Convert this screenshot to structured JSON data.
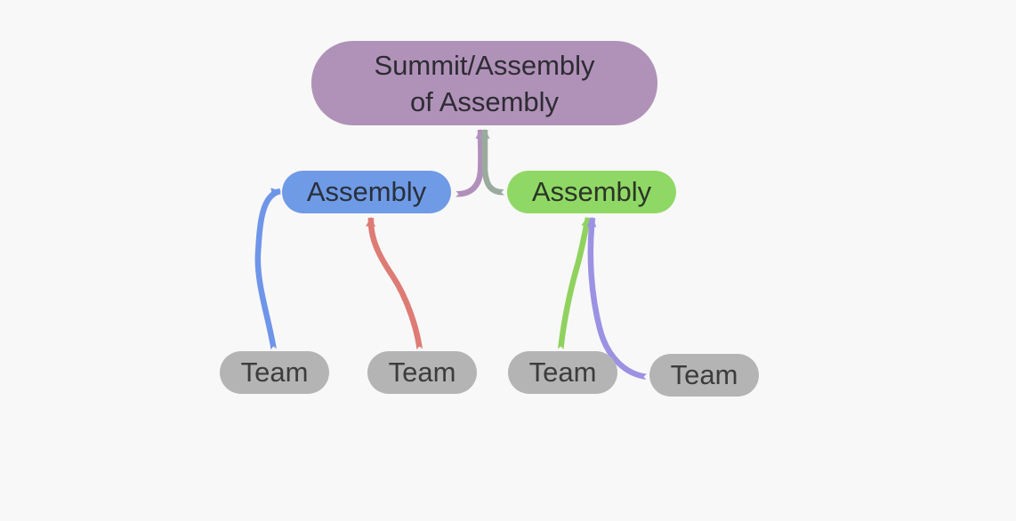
{
  "app": {
    "background": "#f8f8f8"
  },
  "diagram": {
    "nodes": [
      {
        "id": "summit",
        "label": "Summit/Assembly of Assembly",
        "line1": "Summit/Assembly",
        "line2": "of Assembly",
        "fill": "#b092b8",
        "text_color": "#2e2b34"
      },
      {
        "id": "assembly-left",
        "label": "Assembly",
        "fill": "#6f9ae6",
        "text_color": "#29303b"
      },
      {
        "id": "assembly-right",
        "label": "Assembly",
        "fill": "#90d866",
        "text_color": "#2b3526"
      },
      {
        "id": "team-1",
        "label": "Team",
        "fill": "#b5b4b4",
        "text_color": "#3c3c3c"
      },
      {
        "id": "team-2",
        "label": "Team",
        "fill": "#b5b4b4",
        "text_color": "#3c3c3c"
      },
      {
        "id": "team-3",
        "label": "Team",
        "fill": "#b5b4b4",
        "text_color": "#3c3c3c"
      },
      {
        "id": "team-4",
        "label": "Team",
        "fill": "#b5b4b4",
        "text_color": "#3c3c3c"
      }
    ],
    "connectors": [
      {
        "from": "summit",
        "to": "assembly-left",
        "color": "#b18fbb",
        "style": "arrow-at-parent-notch-at-child"
      },
      {
        "from": "summit",
        "to": "assembly-right",
        "color": "#9aab9e",
        "style": "arrow-at-parent-notch-at-child"
      },
      {
        "from": "assembly-left",
        "to": "team-1",
        "color": "#6e95e8",
        "style": "arrow-at-parent-notch-at-child"
      },
      {
        "from": "assembly-left",
        "to": "team-2",
        "color": "#dd7b74",
        "style": "arrow-at-parent-notch-at-child"
      },
      {
        "from": "assembly-right",
        "to": "team-3",
        "color": "#90d25f",
        "style": "arrow-at-parent-notch-at-child"
      },
      {
        "from": "assembly-right",
        "to": "team-4",
        "color": "#9c92e3",
        "style": "arrow-at-parent-notch-at-child"
      }
    ]
  }
}
